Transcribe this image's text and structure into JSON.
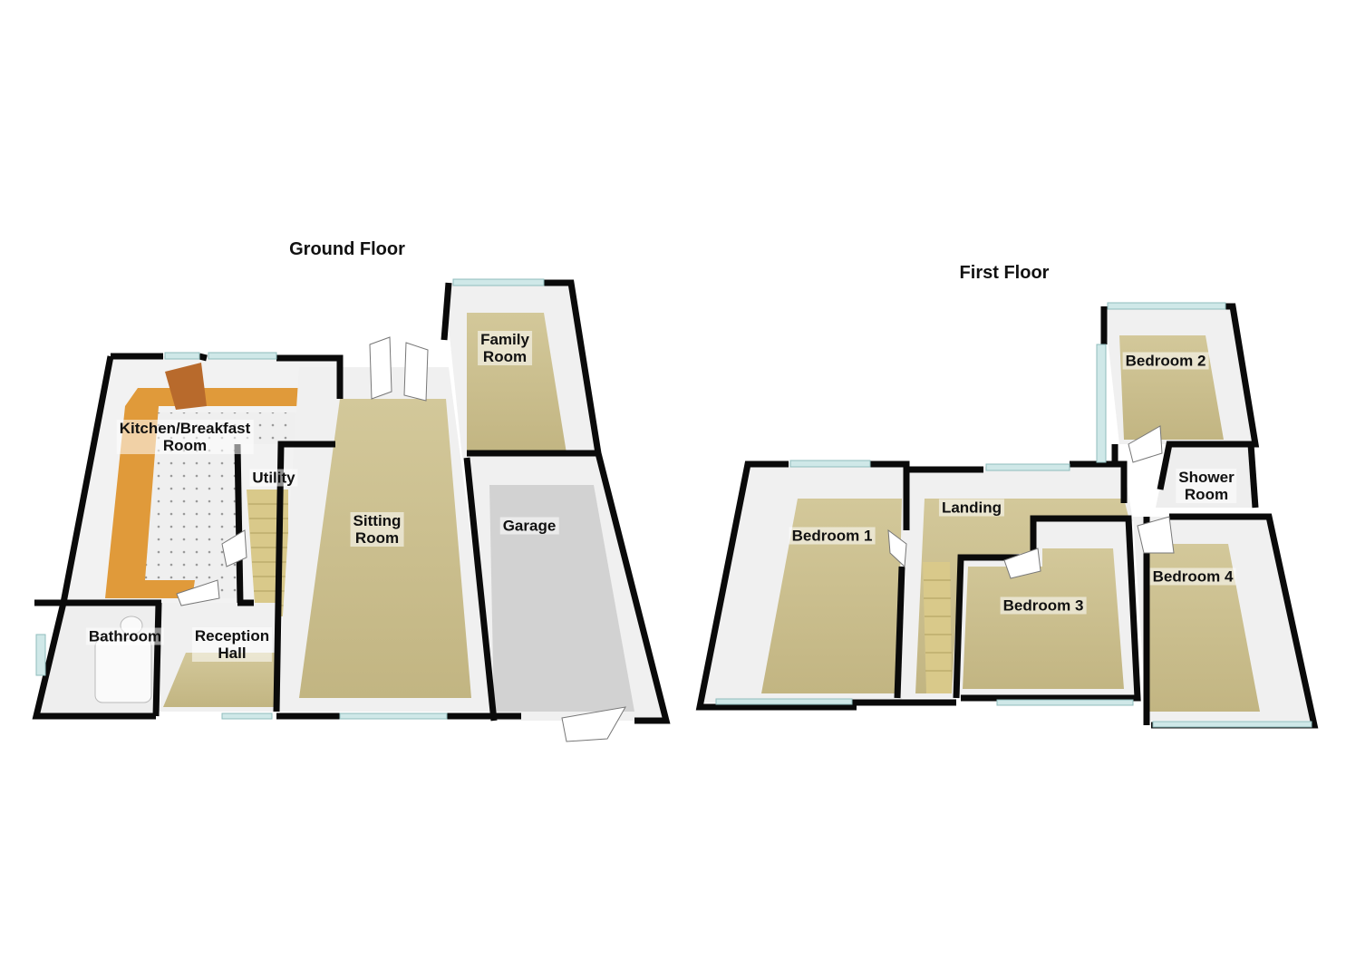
{
  "floors": {
    "ground": {
      "title": "Ground Floor",
      "rooms": {
        "kitchen": [
          "Kitchen/Breakfast",
          "Room"
        ],
        "utility": [
          "Utility"
        ],
        "sitting": [
          "Sitting",
          "Room"
        ],
        "family": [
          "Family",
          "Room"
        ],
        "garage": [
          "Garage"
        ],
        "bathroom": [
          "Bathroom"
        ],
        "reception": [
          "Reception",
          "Hall"
        ]
      }
    },
    "first": {
      "title": "First Floor",
      "rooms": {
        "bedroom1": [
          "Bedroom 1"
        ],
        "landing": [
          "Landing"
        ],
        "bedroom2": [
          "Bedroom 2"
        ],
        "shower": [
          "Shower",
          "Room"
        ],
        "bedroom3": [
          "Bedroom 3"
        ],
        "bedroom4": [
          "Bedroom 4"
        ]
      }
    }
  },
  "colors": {
    "wall": "#0a0a0a",
    "carpet": "#c9bd8c",
    "tile": "#eeeeee",
    "garage_floor": "#d2d2d2",
    "worktop": "#e09a3a",
    "window": "#cfe8e8",
    "inner_wall": "#f2f2f2"
  }
}
